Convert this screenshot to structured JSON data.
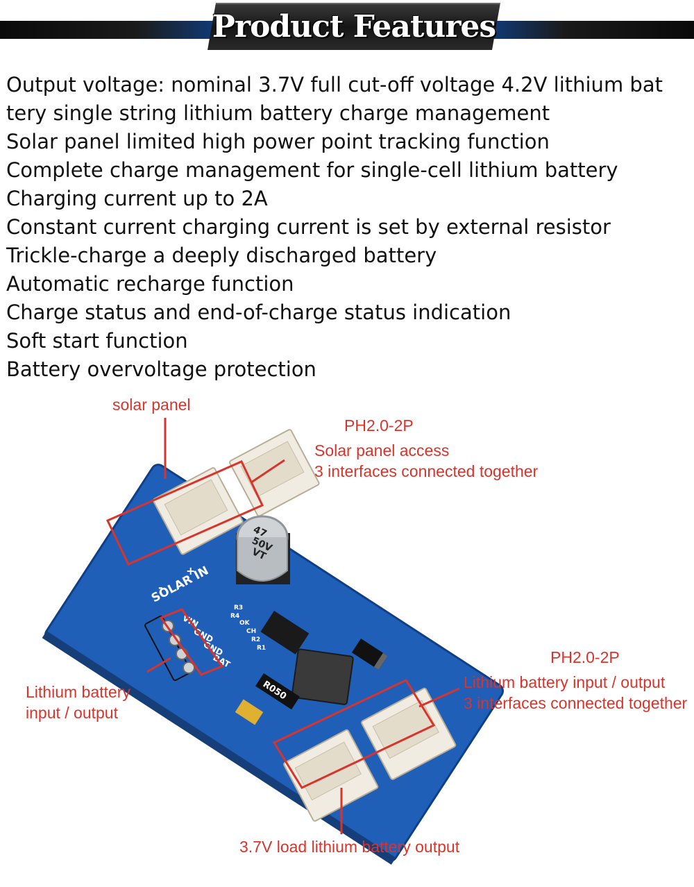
{
  "header": {
    "title": "Product Features"
  },
  "features": [
    "Output voltage: nominal 3.7V full cut-off voltage 4.2V lithium bat",
    "tery single string lithium battery charge management",
    "Solar panel limited high power point tracking function",
    "Complete charge management for single-cell lithium battery",
    "Charging current up to 2A",
    "Constant current charging current is set by external resistor",
    "Trickle-charge a deeply discharged battery",
    "Automatic recharge function",
    "Charge status and end-of-charge status indication",
    "Soft start function",
    "Battery overvoltage protection"
  ],
  "diagram": {
    "solar_panel_label": "solar panel",
    "solar_connector": {
      "type": "PH2.0-2P",
      "line1": "Solar panel access",
      "line2": "3 interfaces connected together"
    },
    "battery_pads_label": {
      "line1": "Lithium battery",
      "line2": "input / output"
    },
    "battery_connector": {
      "type": "PH2.0-2P",
      "line1": "Lithium battery input / output",
      "line2": "3 interfaces connected together"
    },
    "load_label": "3.7V load lithium battery output",
    "pcb": {
      "silkscreen_solar": "SOLAR IN",
      "pads": [
        "VIN",
        "GND",
        "GND",
        "BAT"
      ],
      "capacitor_top": "47",
      "capacitor_mid": "50V",
      "capacitor_bottom": "VT",
      "resistor": "R050",
      "refs": [
        "R3",
        "R4",
        "OK",
        "CH",
        "R2",
        "R1"
      ],
      "plus": "+",
      "minus": "-"
    },
    "colors": {
      "annotation": "#d9342b",
      "pcb": "#1f5fb8",
      "connector": "#f1ece1"
    }
  }
}
